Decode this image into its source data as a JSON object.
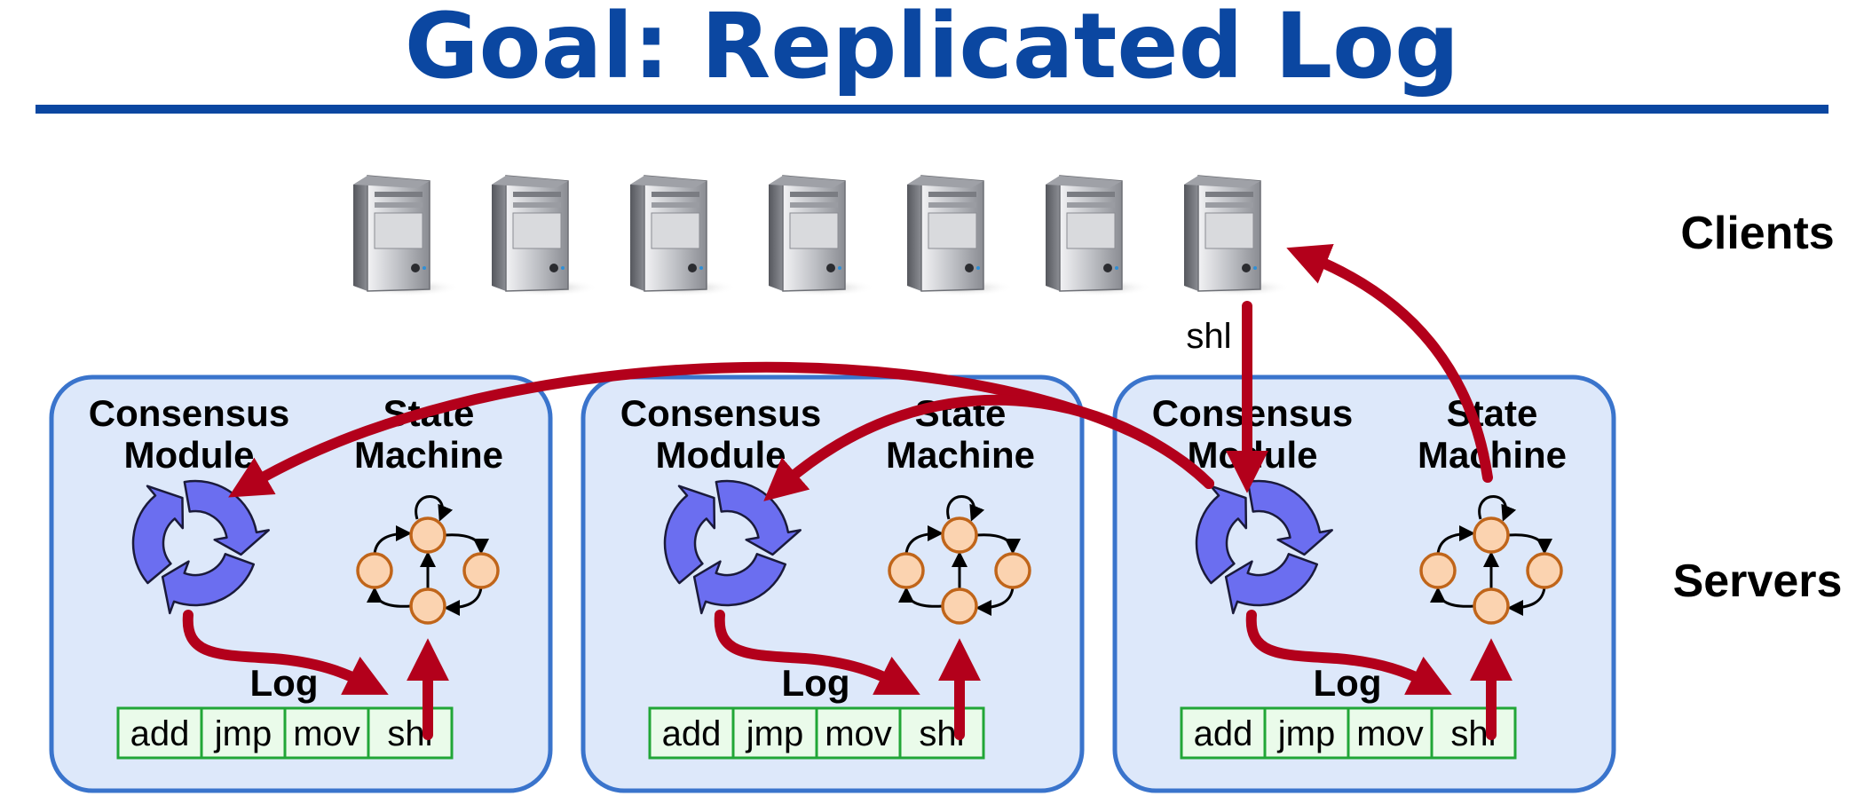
{
  "slide": {
    "title": "Goal: Replicated Log"
  },
  "labels": {
    "clients": "Clients",
    "servers": "Servers",
    "client_command": "shl"
  },
  "servers": [
    {
      "consensus_label_line1": "Consensus",
      "consensus_label_line2": "Module",
      "state_label_line1": "State",
      "state_label_line2": "Machine",
      "log_label": "Log",
      "log_entries": [
        "add",
        "jmp",
        "mov",
        "shl"
      ]
    },
    {
      "consensus_label_line1": "Consensus",
      "consensus_label_line2": "Module",
      "state_label_line1": "State",
      "state_label_line2": "Machine",
      "log_label": "Log",
      "log_entries": [
        "add",
        "jmp",
        "mov",
        "shl"
      ]
    },
    {
      "consensus_label_line1": "Consensus",
      "consensus_label_line2": "Module",
      "state_label_line1": "State",
      "state_label_line2": "Machine",
      "log_label": "Log",
      "log_entries": [
        "add",
        "jmp",
        "mov",
        "shl"
      ]
    }
  ],
  "client_count": 7,
  "colors": {
    "title": "#0b47a1",
    "rule": "#0b47a1",
    "server_fill": "#dde8fa",
    "server_border": "#3a74cc",
    "arrow": "#b3001b",
    "consensus_icon": "#6b6ef0",
    "state_node_fill": "#fbd3b0",
    "state_node_stroke": "#c0651a",
    "log_cell_fill": "#eafbea",
    "log_cell_border": "#21a637"
  }
}
